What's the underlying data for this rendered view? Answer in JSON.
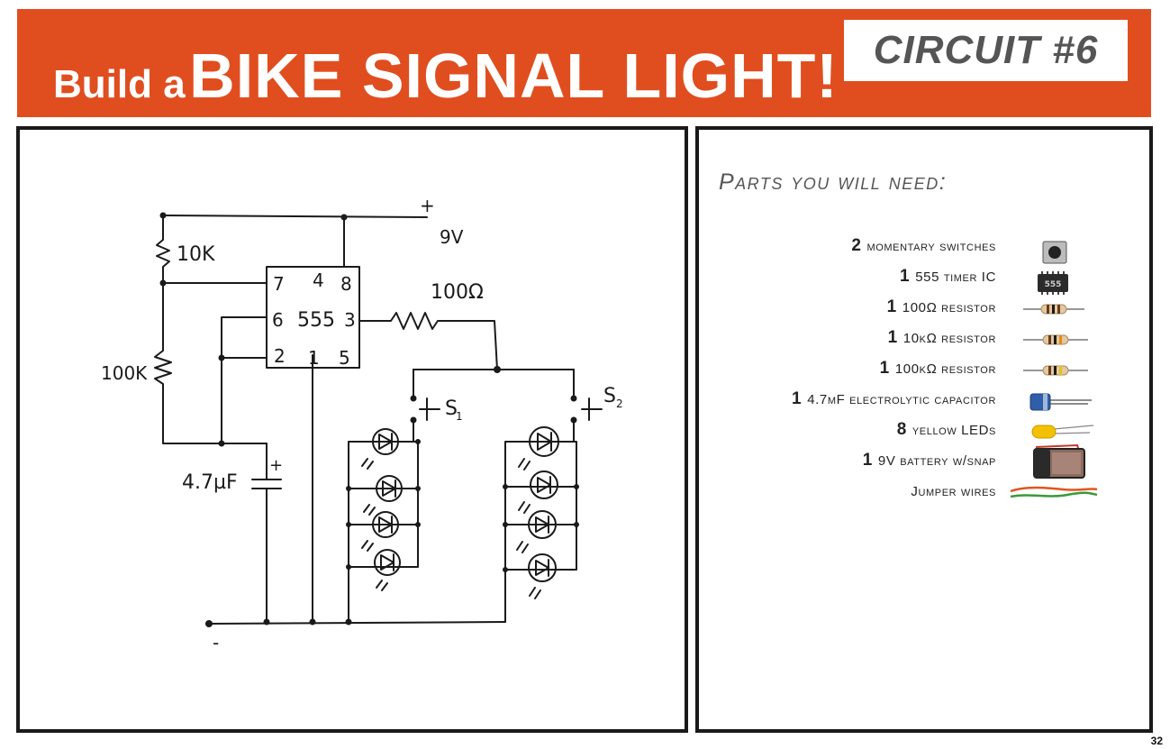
{
  "header": {
    "title_prefix": "Build a",
    "title_main": "BIKE  SIGNAL LIGHT!",
    "circuit_label": "CIRCUIT #6"
  },
  "schematic": {
    "labels": {
      "plus_top": "+",
      "supply": "9V",
      "r1": "10K",
      "r2": "100K",
      "r3": "100Ω",
      "cap": "4.7µF",
      "cap_plus": "+",
      "ic": "555",
      "pin7": "7",
      "pin4": "4",
      "pin8": "8",
      "pin6": "6",
      "pin3": "3",
      "pin2": "2",
      "pin1": "1",
      "pin5": "5",
      "s1": "S",
      "s1_sub": "1",
      "s2": "S",
      "s2_sub": "2",
      "minus": "-"
    }
  },
  "parts": {
    "title": "Parts you will need:",
    "items": [
      {
        "qty": "2",
        "name": "momentary switches",
        "icon": "pushbutton-icon"
      },
      {
        "qty": "1",
        "name": "555 timer IC",
        "icon": "ic-chip-icon",
        "chip_text": "555"
      },
      {
        "qty": "1",
        "name": "100Ω resistor",
        "icon": "resistor-icon"
      },
      {
        "qty": "1",
        "name": "10kΩ resistor",
        "icon": "resistor-icon"
      },
      {
        "qty": "1",
        "name": "100kΩ resistor",
        "icon": "resistor-icon"
      },
      {
        "qty": "1",
        "name": "4.7µF electrolytic capacitor",
        "icon": "capacitor-icon"
      },
      {
        "qty": "8",
        "name": "yellow LEDs",
        "icon": "led-icon"
      },
      {
        "qty": "1",
        "name": "9V battery w/snap",
        "icon": "battery-icon"
      },
      {
        "qty": "",
        "name": "Jumper wires",
        "icon": "jumper-wires-icon"
      }
    ]
  },
  "page_number": "32"
}
